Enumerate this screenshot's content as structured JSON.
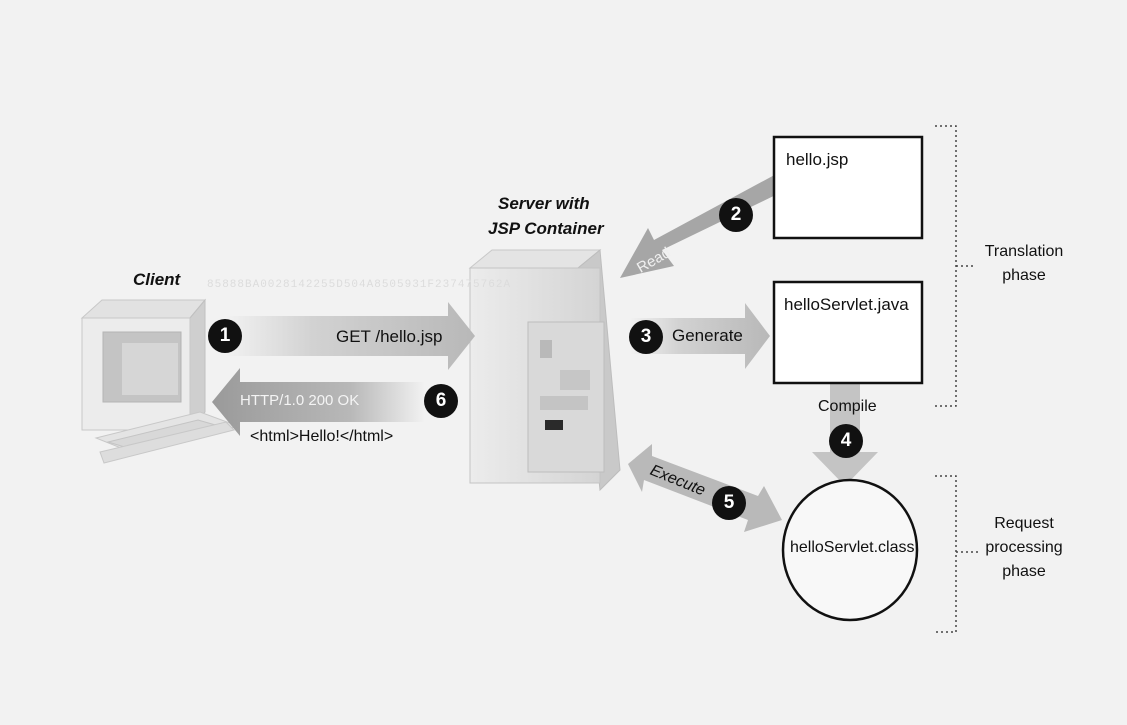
{
  "nodes": {
    "client": "Client",
    "server_line1": "Server with",
    "server_line2": "JSP Container",
    "jsp_file": "hello.jsp",
    "java_file": "helloServlet.java",
    "class_file": "helloServlet.class"
  },
  "steps": [
    {
      "number": "1",
      "label": "GET /hello.jsp"
    },
    {
      "number": "2",
      "label": "Read"
    },
    {
      "number": "3",
      "label": "Generate"
    },
    {
      "number": "4",
      "label": "Compile"
    },
    {
      "number": "5",
      "label": "Execute"
    },
    {
      "number": "6",
      "label": "HTTP/1.0 200 OK"
    }
  ],
  "response_body": "<html>Hello!</html>",
  "phases": {
    "translation_line1": "Translation",
    "translation_line2": "phase",
    "request_line1": "Request",
    "request_line2": "processing",
    "request_line3": "phase"
  },
  "watermark": "85888BA0028142255D504A8505931F237475762A"
}
